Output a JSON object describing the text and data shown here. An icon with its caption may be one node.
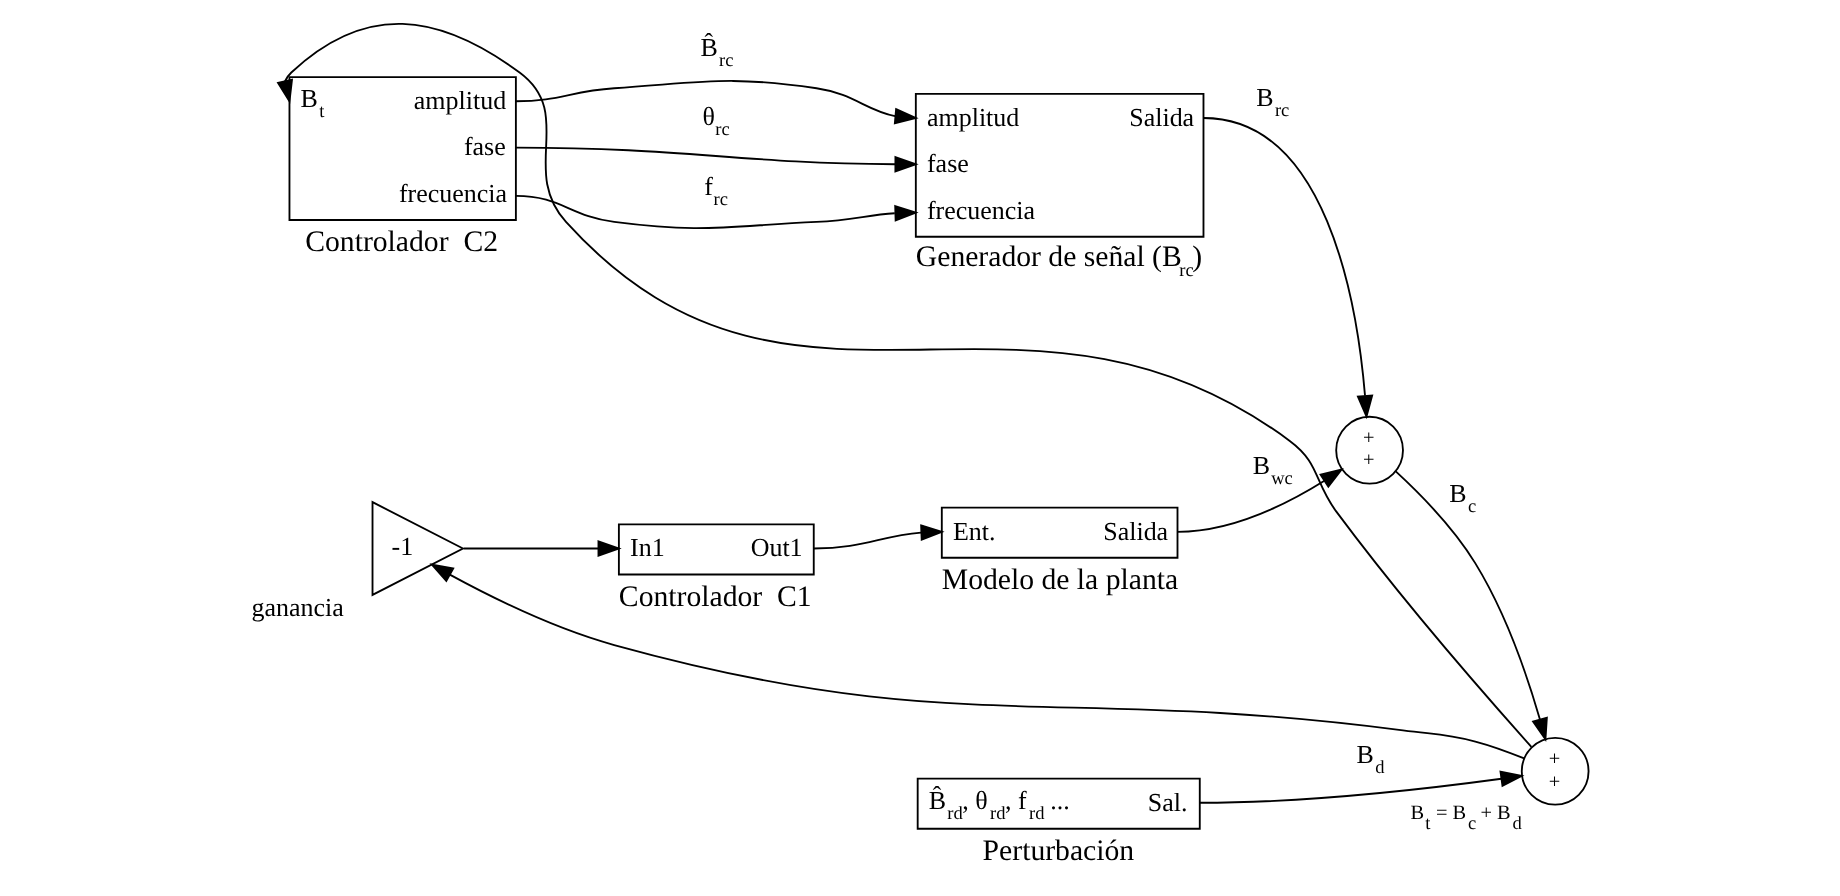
{
  "diagram": {
    "nodes": [
      {
        "text": [
          "B$_{t}$",
          "amplitud",
          "fase",
          "frecuencia"
        ],
        "beside": [
          "Controlador  C2"
        ]
      },
      {
        "text": [
          "amplitud",
          "fase",
          "frecuencia",
          "Salida"
        ],
        "beside": [
          "Generador de señal (B$_{rc}$)"
        ]
      },
      {
        "text": [
          "+",
          "+"
        ]
      },
      {
        "text": [
          "-1"
        ],
        "beside": [
          "ganancia"
        ]
      },
      {
        "text": [
          "In1",
          "Out1"
        ],
        "beside": [
          "Controlador  C1"
        ]
      },
      {
        "text": [
          "Ent.",
          "Salida"
        ],
        "beside": [
          "Modelo de la planta"
        ]
      },
      {
        "text": [
          "+",
          "+"
        ],
        "beside": [
          "B$_{t}$ = B$_{c}$ + B$_{d}$"
        ]
      },
      {
        "text": [
          "B̂$_{rd}$, θ$_{rd}$, f$_{rd}$ ...",
          "Sal."
        ],
        "beside": [
          "Perturbación"
        ]
      }
    ],
    "edges": [
      {
        "from": 0,
        "to": 1,
        "arrow": "to",
        "label": "B̂$_{rc}$"
      },
      {
        "from": 0,
        "to": 1,
        "arrow": "to",
        "label": "θ$_{rc}$"
      },
      {
        "from": 0,
        "to": 1,
        "arrow": "to",
        "label": "f$_{rc}$"
      },
      {
        "from": 1,
        "to": 2,
        "arrow": "to",
        "label": "B$_{rc}$"
      },
      {
        "from": 3,
        "to": 4,
        "arrow": "to"
      },
      {
        "from": 4,
        "to": 5,
        "arrow": "to"
      },
      {
        "from": 5,
        "to": 2,
        "arrow": "to",
        "label": "B$_{wc}$"
      },
      {
        "from": 2,
        "to": 6,
        "arrow": "to",
        "label": "B$_{c}$"
      },
      {
        "from": 7,
        "to": 6,
        "arrow": "to",
        "label": "B$_{d}$"
      },
      {
        "from": 6,
        "to": 0,
        "arrow": "to"
      },
      {
        "from": 6,
        "to": 3,
        "arrow": "to"
      }
    ]
  }
}
